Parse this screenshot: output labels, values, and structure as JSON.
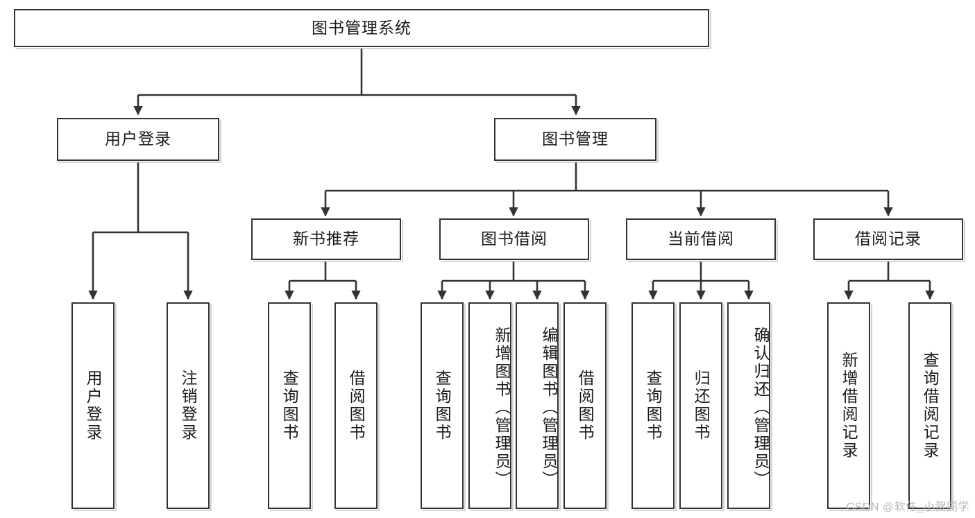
{
  "diagram": {
    "title": "图书管理系统",
    "type": "tree-hierarchy",
    "root": {
      "id": "root",
      "label": "图书管理系统"
    },
    "level1": [
      {
        "id": "user-login",
        "label": "用户登录"
      },
      {
        "id": "book-manage",
        "label": "图书管理"
      }
    ],
    "level2": [
      {
        "id": "new-book-recommend",
        "label": "新书推荐",
        "parent": "book-manage"
      },
      {
        "id": "book-borrow",
        "label": "图书借阅",
        "parent": "book-manage"
      },
      {
        "id": "current-borrow",
        "label": "当前借阅",
        "parent": "book-manage"
      },
      {
        "id": "borrow-record",
        "label": "借阅记录",
        "parent": "book-manage"
      }
    ],
    "leaves": {
      "user-login": [
        {
          "id": "leaf-user-login",
          "label": "用户登录"
        },
        {
          "id": "leaf-user-logout",
          "label": "注销登录"
        }
      ],
      "new-book-recommend": [
        {
          "id": "leaf-query-book-1",
          "label": "查询图书"
        },
        {
          "id": "leaf-borrow-book-1",
          "label": "借阅图书"
        }
      ],
      "book-borrow": [
        {
          "id": "leaf-query-book-2",
          "label": "查询图书"
        },
        {
          "id": "leaf-add-book",
          "label": "新增图书（管理员）"
        },
        {
          "id": "leaf-edit-book",
          "label": "编辑图书（管理员）"
        },
        {
          "id": "leaf-borrow-book-2",
          "label": "借阅图书"
        }
      ],
      "current-borrow": [
        {
          "id": "leaf-query-book-3",
          "label": "查询图书"
        },
        {
          "id": "leaf-return-book",
          "label": "归还图书"
        },
        {
          "id": "leaf-confirm-return",
          "label": "确认归还（管理员）"
        }
      ],
      "borrow-record": [
        {
          "id": "leaf-add-record",
          "label": "新增借阅记录"
        },
        {
          "id": "leaf-query-record",
          "label": "查询借阅记录"
        }
      ]
    }
  },
  "watermark": {
    "text": "CSDN @软件_小贺同学"
  },
  "colors": {
    "border": "#333333",
    "background": "#ffffff",
    "text": "#1a1a1a",
    "watermark": "#b8b8b8"
  }
}
